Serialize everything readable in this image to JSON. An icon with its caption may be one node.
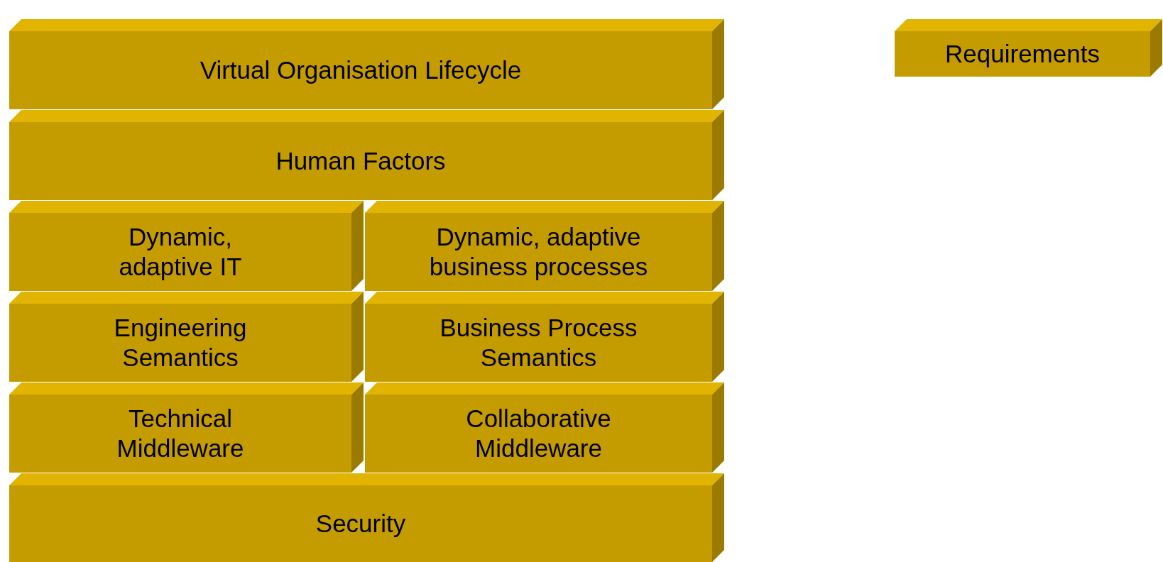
{
  "diagram": {
    "nodes": [
      {
        "text": [
          "Virtual Organisation Lifecycle"
        ]
      },
      {
        "text": [
          "Human Factors"
        ]
      },
      {
        "text": [
          "Dynamic, adaptive IT"
        ]
      },
      {
        "text": [
          "Dynamic, adaptive business processes"
        ]
      },
      {
        "text": [
          "Engineering Semantics"
        ]
      },
      {
        "text": [
          "Business Process Semantics"
        ]
      },
      {
        "text": [
          "Technical Middleware"
        ]
      },
      {
        "text": [
          "Collaborative Middleware"
        ]
      },
      {
        "text": [
          "Security"
        ]
      },
      {
        "text": [
          "Requirements"
        ]
      }
    ],
    "edges": []
  }
}
